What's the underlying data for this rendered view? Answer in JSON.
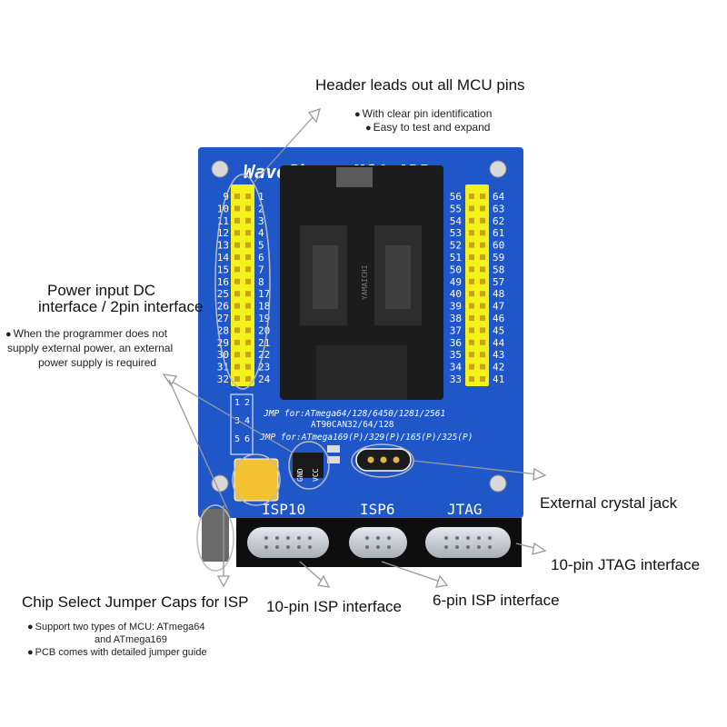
{
  "callouts": {
    "header": {
      "title": "Header leads out all MCU pins",
      "bullets": [
        "With clear pin identification",
        "Easy to test and expand"
      ]
    },
    "power": {
      "title_line1": "Power input DC",
      "title_line2": "interface / 2pin interface",
      "bullet_lines": [
        "When the programmer does not",
        "supply external power, an external",
        "power supply is required"
      ]
    },
    "crystal": {
      "title": "External crystal jack"
    },
    "jtag": {
      "title": "10-pin JTAG interface"
    },
    "isp10": {
      "title": "10-pin ISP interface"
    },
    "isp6": {
      "title": "6-pin ISP interface"
    },
    "jumper": {
      "title": "Chip Select Jumper Caps for ISP",
      "bullet_lines": [
        "Support two types of MCU: ATmega64",
        "and ATmega169",
        "PCB comes with detailed jumper guide"
      ]
    }
  },
  "board": {
    "silk_title": "WaveShare M64+ADP",
    "left_pins_outer": [
      "9",
      "10",
      "11",
      "12",
      "13",
      "14",
      "15",
      "16",
      "25",
      "26",
      "27",
      "28",
      "29",
      "30",
      "31",
      "32"
    ],
    "left_pins_inner": [
      "1",
      "2",
      "3",
      "4",
      "5",
      "6",
      "7",
      "8",
      "17",
      "18",
      "19",
      "20",
      "21",
      "22",
      "23",
      "24"
    ],
    "right_pins_inner": [
      "56",
      "55",
      "54",
      "53",
      "52",
      "51",
      "50",
      "49",
      "40",
      "39",
      "38",
      "37",
      "36",
      "35",
      "34",
      "33"
    ],
    "right_pins_outer": [
      "64",
      "63",
      "62",
      "61",
      "60",
      "59",
      "58",
      "57",
      "48",
      "47",
      "46",
      "45",
      "44",
      "43",
      "42",
      "41"
    ],
    "jmp_line1": "JMP for:ATmega64/128/6450/1281/2561",
    "jmp_line2": "AT90CAN32/64/128",
    "jmp_line3": "JMP for:ATmega169(P)/329(P)/165(P)/325(P)",
    "jumper_nums": [
      "1",
      "2",
      "3",
      "4",
      "5",
      "6"
    ],
    "gnd_label": "GND",
    "vcc_label": "VCC",
    "socket_brand": "YAMAICHI",
    "connector_labels": [
      "ISP10",
      "ISP6",
      "JTAG"
    ],
    "colors": {
      "pcb": "#1f57c8",
      "header_yellow": "#f4f21c",
      "socket": "#1c1c1c",
      "silk": "#ffffff",
      "connector": "#0e0e0e",
      "connector_face": "#cfd3d8"
    }
  },
  "icons": [
    "bullet-dot",
    "callout-arrow"
  ]
}
